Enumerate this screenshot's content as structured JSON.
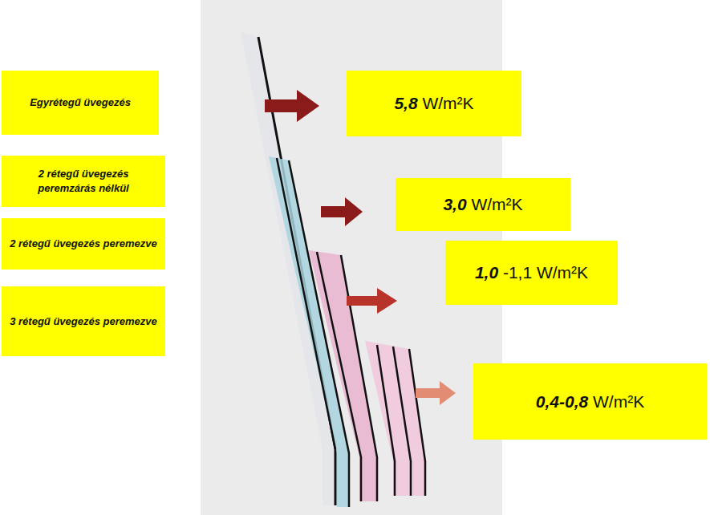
{
  "diagram": {
    "nodes": [
      {
        "text": [
          "Egyrétegű üvegezés"
        ]
      },
      {
        "text": [
          "5,8 W/m²K"
        ]
      },
      {
        "text": [
          "2 rétegű üvegezés peremzárás nélkül"
        ]
      },
      {
        "text": [
          "3,0 W/m²K"
        ]
      },
      {
        "text": [
          "2 rétegű üvegezés peremezve"
        ]
      },
      {
        "text": [
          "1,0 -1,1 W/m²K"
        ]
      },
      {
        "text": [
          "3 rétegű üvegezés peremezve"
        ]
      },
      {
        "text": [
          "0,4-0,8 W/m²K"
        ]
      }
    ]
  }
}
